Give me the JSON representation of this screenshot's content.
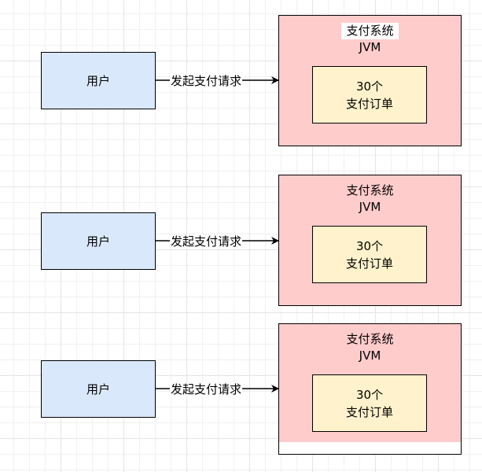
{
  "rows": [
    {
      "user_label": "用户",
      "edge_label": "发起支付请求",
      "system_title": "支付系统",
      "system_subtitle": "JVM",
      "order_line1": "30个",
      "order_line2": "支付订单"
    },
    {
      "user_label": "用户",
      "edge_label": "发起支付请求",
      "system_title": "支付系统",
      "system_subtitle": "JVM",
      "order_line1": "30个",
      "order_line2": "支付订单"
    },
    {
      "user_label": "用户",
      "edge_label": "发起支付请求",
      "system_title": "支付系统",
      "system_subtitle": "JVM",
      "order_line1": "30个",
      "order_line2": "支付订单"
    }
  ],
  "colors": {
    "user_fill": "#dae8fc",
    "system_fill": "#ffcccc",
    "order_fill": "#fff2cc",
    "stroke": "#000000"
  }
}
